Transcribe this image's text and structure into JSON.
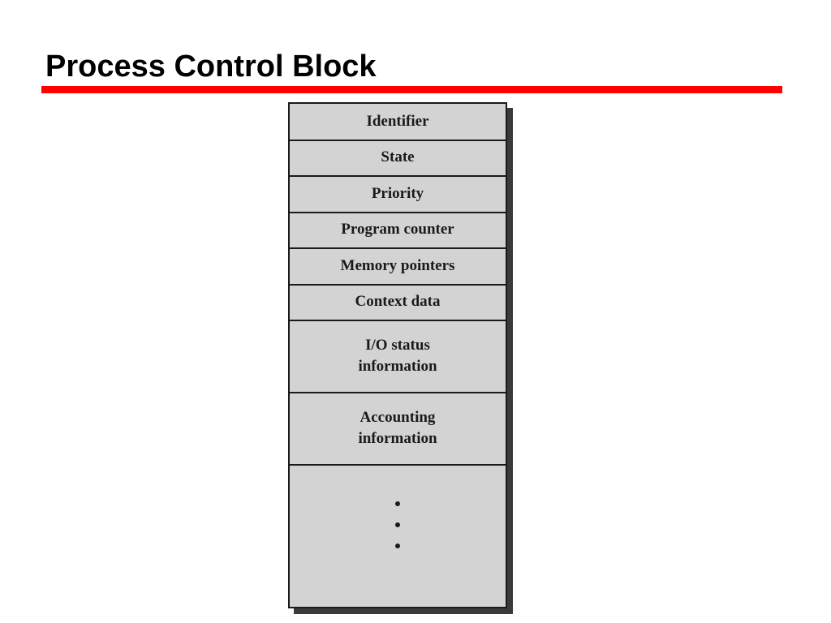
{
  "slide": {
    "title": "Process Control Block"
  },
  "diagram": {
    "fields": [
      {
        "label": "Identifier"
      },
      {
        "label": "State"
      },
      {
        "label": "Priority"
      },
      {
        "label": "Program counter"
      },
      {
        "label": "Memory pointers"
      },
      {
        "label": "Context data"
      },
      {
        "label": "I/O status\ninformation"
      },
      {
        "label": "Accounting\ninformation"
      },
      {
        "label": ""
      }
    ],
    "colors": {
      "title_rule": "#ff0000",
      "field_fill": "#d3d3d3",
      "border": "#1a1a1a",
      "shadow": "#3a3a3a"
    }
  }
}
